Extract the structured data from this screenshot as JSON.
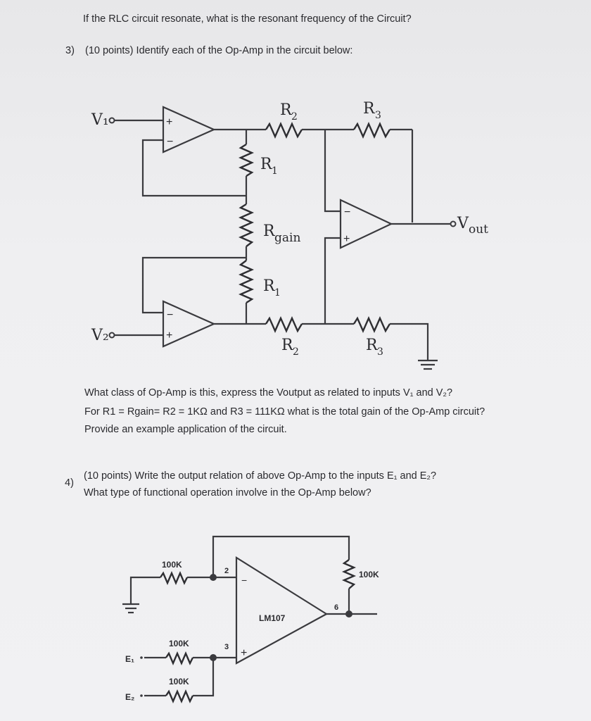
{
  "top_question": "If the RLC circuit resonate, what is the resonant frequency of the Circuit?",
  "q3": {
    "number": "3)",
    "title": "(10 points) Identify each of the Op-Amp in the circuit below:",
    "lines": [
      "What class of Op-Amp is this, express the Voutput as related to inputs V₁ and V₂?",
      "For R1 = Rgain= R2 = 1KΩ and R3 = 111KΩ what is  the total gain of the Op-Amp circuit?",
      "Provide an example application of the circuit."
    ]
  },
  "circuit1": {
    "v1": "V₁",
    "v2": "V₂",
    "vout": "V",
    "vout_sub": "out",
    "r2_top": "R",
    "r2_top_sub": "2",
    "r3_top": "R",
    "r3_top_sub": "3",
    "r1_top": "R",
    "r1_top_sub": "1",
    "rgain": "R",
    "rgain_sub": "gain",
    "r1_bot": "R",
    "r1_bot_sub": "1",
    "r2_bot": "R",
    "r2_bot_sub": "2",
    "r3_bot": "R",
    "r3_bot_sub": "3",
    "plus": "+",
    "minus": "−"
  },
  "q4": {
    "number": "4)",
    "line1": "(10 points) Write the output relation of above Op-Amp to the inputs E₁ and E₂?",
    "line2": "What type of functional operation involve in the Op-Amp below?"
  },
  "circuit2": {
    "r_in": "100K",
    "r_feedback": "100K",
    "r_e1": "100K",
    "r_e2": "100K",
    "chip": "LM107",
    "pin2": "2",
    "pin3": "3",
    "pin6": "6",
    "e1": "E₁",
    "e2": "E₂",
    "minus": "−",
    "plus": "+"
  }
}
